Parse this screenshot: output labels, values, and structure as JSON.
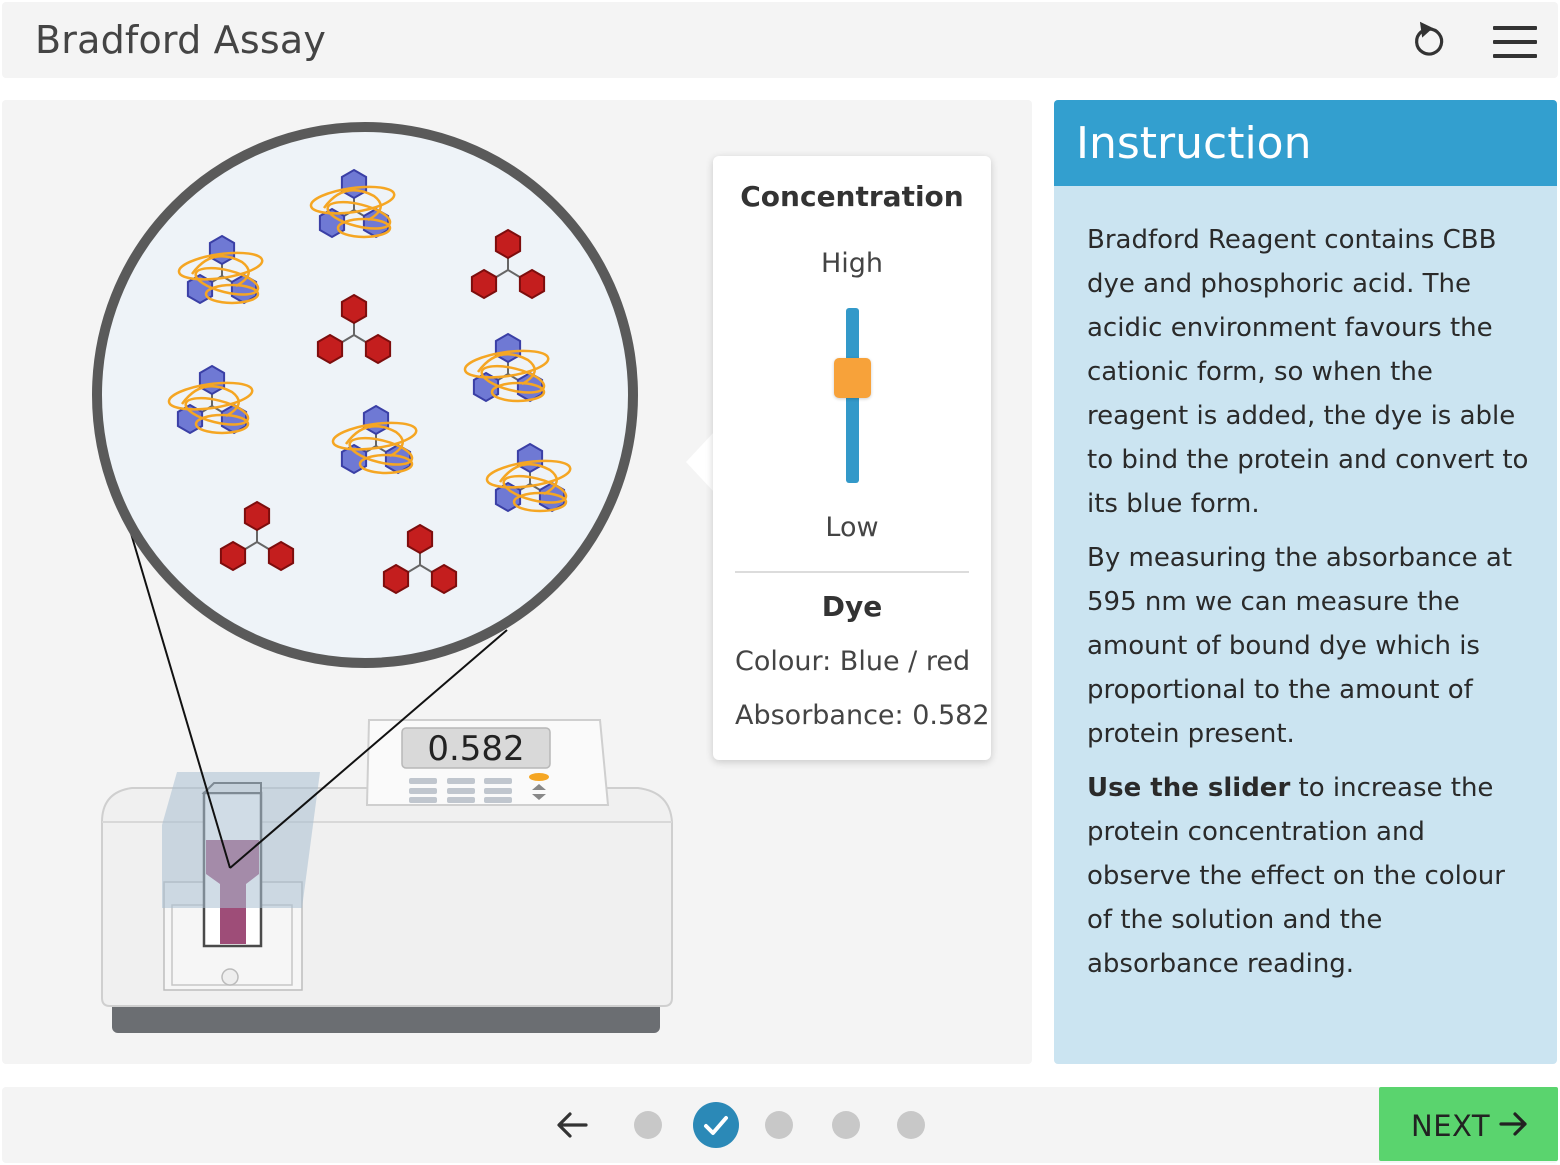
{
  "header": {
    "title": "Bradford Assay",
    "reset_icon": "reset-icon",
    "menu_icon": "menu-icon"
  },
  "simulation": {
    "display_reading": "0.582",
    "colors": {
      "protein_bound_dye": "#6f79d4",
      "free_dye": "#c41e1e",
      "protein_strand": "#f5a623",
      "solution": "#9e4d78"
    }
  },
  "controls": {
    "concentration_heading": "Concentration",
    "high_label": "High",
    "low_label": "Low",
    "slider_level": 0.6,
    "dye_heading": "Dye",
    "colour_text": "Colour: Blue / red",
    "absorbance_text": "Absorbance: 0.582"
  },
  "instruction": {
    "title": "Instruction",
    "p1": "Bradford Reagent contains CBB dye and phosphoric acid. The acidic environment favours the cationic form, so when the reagent is added, the dye is able to bind the protein and convert to its blue form.",
    "p2": "By measuring the absorbance at 595 nm we can measure the amount of bound dye which is proportional to the amount of protein present.",
    "p3_bold": "Use the slider",
    "p3_rest": " to increase the protein concentration and observe the effect on the colour of the solution and the absorbance reading."
  },
  "footer": {
    "next_label": "NEXT",
    "current_step": 2,
    "total_steps": 5,
    "back_icon": "arrow-left-icon",
    "next_icon": "arrow-right-icon",
    "check_icon": "check-icon"
  }
}
